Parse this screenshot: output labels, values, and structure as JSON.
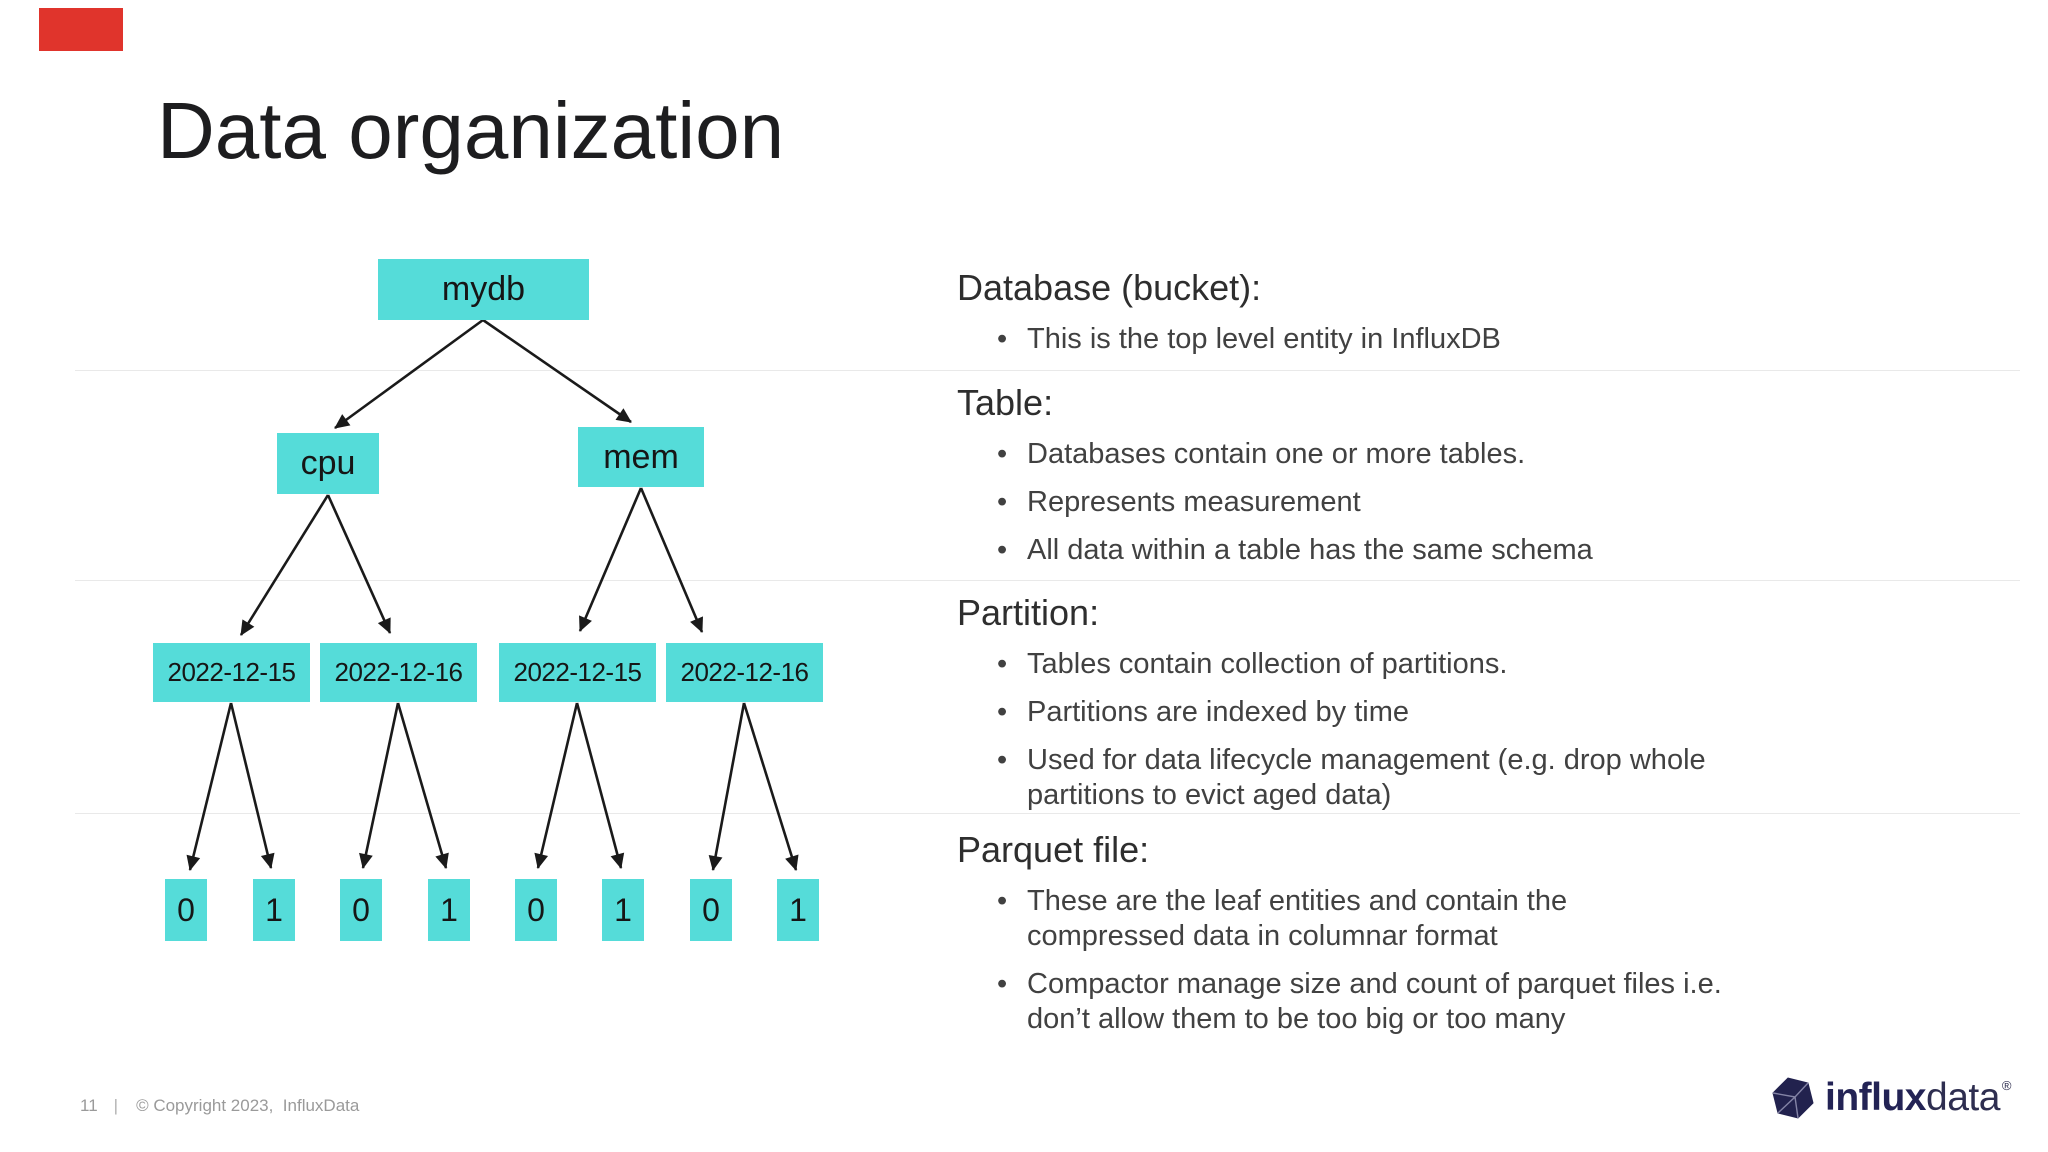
{
  "slide": {
    "title": "Data organization",
    "page_number": "11",
    "footer_separator": "|",
    "copyright": "© Copyright 2023,  InfluxData"
  },
  "marker": {
    "color": "#e0342c"
  },
  "colors": {
    "node_fill": "#55dcd9",
    "arrow": "#1a1a1a",
    "divider": "#e9e9e9"
  },
  "tree": {
    "root": {
      "label": "mydb"
    },
    "tables": [
      {
        "label": "cpu"
      },
      {
        "label": "mem"
      }
    ],
    "partitions": [
      {
        "label": "2022-12-15"
      },
      {
        "label": "2022-12-16"
      },
      {
        "label": "2022-12-15"
      },
      {
        "label": "2022-12-16"
      }
    ],
    "files": [
      {
        "label": "0"
      },
      {
        "label": "1"
      },
      {
        "label": "0"
      },
      {
        "label": "1"
      },
      {
        "label": "0"
      },
      {
        "label": "1"
      },
      {
        "label": "0"
      },
      {
        "label": "1"
      }
    ]
  },
  "sections": [
    {
      "heading": "Database (bucket):",
      "items": [
        {
          "lines": [
            "This is the top level entity in InfluxDB"
          ]
        }
      ]
    },
    {
      "heading": "Table:",
      "items": [
        {
          "lines": [
            "Databases contain one or more tables."
          ]
        },
        {
          "lines": [
            "Represents measurement"
          ]
        },
        {
          "lines": [
            "All data within a table has the same schema"
          ]
        }
      ]
    },
    {
      "heading": "Partition:",
      "items": [
        {
          "lines": [
            "Tables contain collection of partitions."
          ]
        },
        {
          "lines": [
            "Partitions are indexed by time"
          ]
        },
        {
          "lines": [
            "Used for data lifecycle management (e.g. drop whole",
            "partitions to evict aged data)"
          ]
        }
      ]
    },
    {
      "heading": "Parquet file:",
      "items": [
        {
          "lines": [
            "These are the leaf entities and contain the",
            "compressed data in columnar format"
          ]
        },
        {
          "lines": [
            "Compactor manage size and count of parquet files i.e.",
            "don’t allow them to be too big or too many"
          ]
        }
      ]
    }
  ],
  "logo": {
    "brand_bold": "influx",
    "brand_regular": "data",
    "registered": "®"
  }
}
